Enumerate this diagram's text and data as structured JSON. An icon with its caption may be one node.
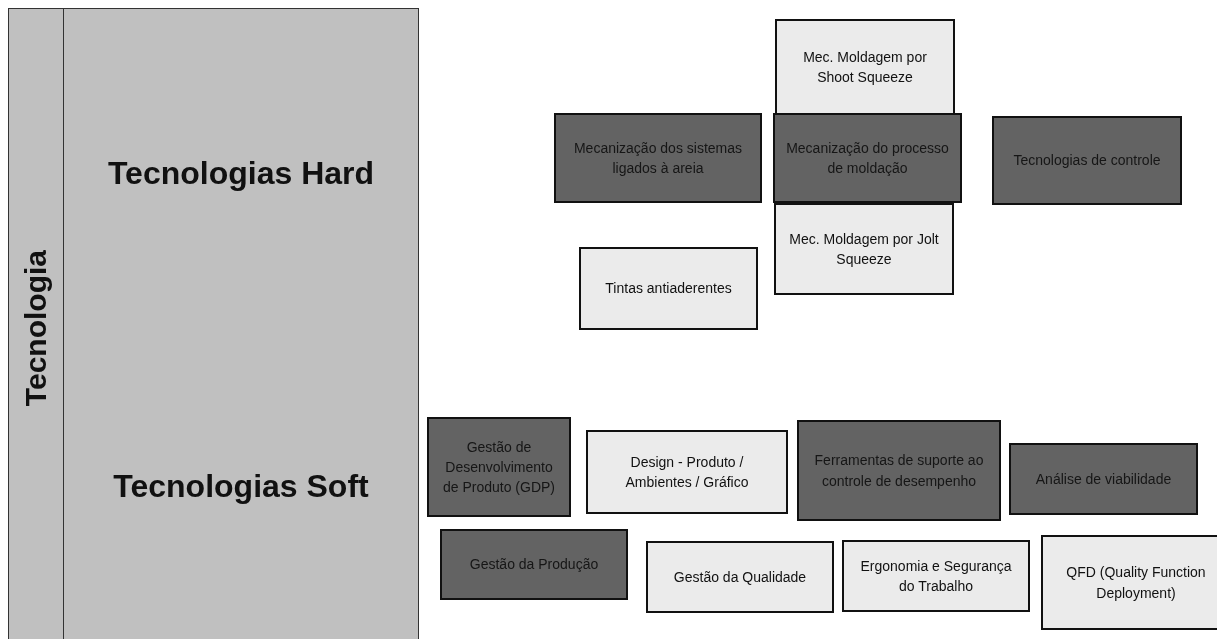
{
  "diagram": {
    "nodes": [
      {
        "text": [
          "Tecnologia"
        ]
      },
      {
        "text": [
          "Tecnologias Hard",
          "Tecnologias Soft"
        ]
      },
      {
        "text": [
          "Mec. Moldagem por Shoot Squeeze"
        ]
      },
      {
        "text": [
          "Mecanização dos sistemas ligados à areia"
        ]
      },
      {
        "text": [
          "Mecanização do processo de moldação"
        ]
      },
      {
        "text": [
          "Tecnologias de controle"
        ]
      },
      {
        "text": [
          "Mec. Moldagem por Jolt Squeeze"
        ]
      },
      {
        "text": [
          "Tintas antiaderentes"
        ]
      },
      {
        "text": [
          "Gestão de Desenvolvimento de Produto (GDP)"
        ]
      },
      {
        "text": [
          "Design - Produto / Ambientes / Gráfico"
        ]
      },
      {
        "text": [
          "Ferramentas de suporte ao controle de desempenho"
        ]
      },
      {
        "text": [
          "Análise de viabilidade"
        ]
      },
      {
        "text": [
          "Gestão da Produção"
        ]
      },
      {
        "text": [
          "Gestão da Qualidade"
        ]
      },
      {
        "text": [
          "Ergonomia e Segurança do Trabalho"
        ]
      },
      {
        "text": [
          "QFD (Quality Function Deployment)"
        ]
      }
    ]
  }
}
